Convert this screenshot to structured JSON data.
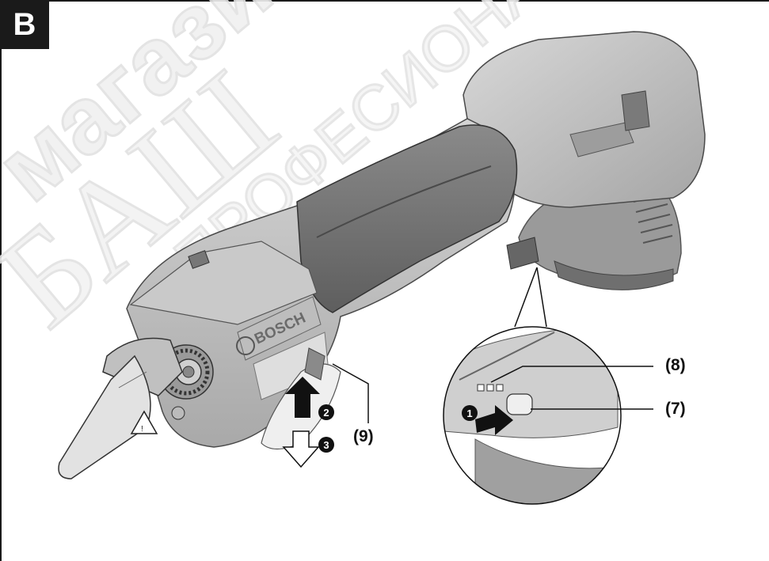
{
  "figure": {
    "badge": "B",
    "brand": "BOSCH",
    "callouts": [
      {
        "id": "label-8",
        "text": "(8)"
      },
      {
        "id": "label-7",
        "text": "(7)"
      },
      {
        "id": "label-9",
        "text": "(9)"
      }
    ],
    "steps": [
      "1",
      "2",
      "3"
    ],
    "watermark": [
      "магазин",
      "БАШ",
      "ПРОФЕСИОНАЛ"
    ]
  }
}
